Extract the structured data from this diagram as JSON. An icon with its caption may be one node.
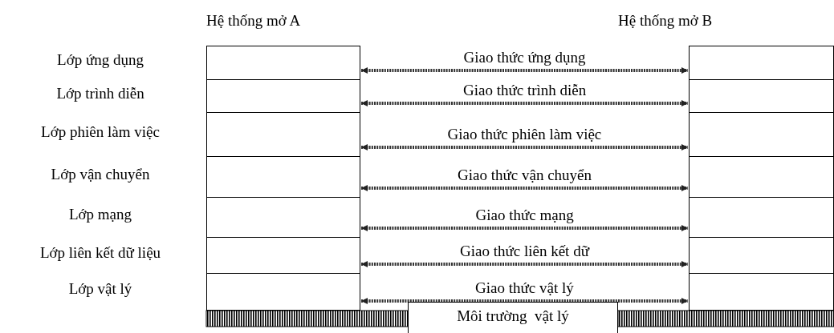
{
  "diagram": {
    "nodes": [
      {
        "text": [
          "Hệ thống mở A"
        ]
      },
      {
        "text": [],
        "shape": "box",
        "in": 0
      },
      {
        "text": [],
        "shape": "box",
        "in": 0
      },
      {
        "text": [],
        "shape": "box",
        "in": 0
      },
      {
        "text": [],
        "shape": "box",
        "in": 0
      },
      {
        "text": [],
        "shape": "box",
        "in": 0
      },
      {
        "text": [],
        "shape": "box",
        "in": 0
      },
      {
        "text": [],
        "shape": "box",
        "in": 0
      },
      {
        "text": [
          "Hệ thống mở B"
        ]
      },
      {
        "text": [],
        "shape": "box",
        "in": 8
      },
      {
        "text": [],
        "shape": "box",
        "in": 8
      },
      {
        "text": [],
        "shape": "box",
        "in": 8
      },
      {
        "text": [],
        "shape": "box",
        "in": 8
      },
      {
        "text": [],
        "shape": "box",
        "in": 8
      },
      {
        "text": [],
        "shape": "box",
        "in": 8
      },
      {
        "text": [],
        "shape": "box",
        "in": 8
      },
      {
        "text": [],
        "shape": "bar"
      },
      {
        "text": [
          "Môi trường  vật lý"
        ]
      },
      {
        "text": [],
        "shape": "bar"
      }
    ],
    "labels": [
      "Lớp ứng dụng",
      "Lớp trình diễn",
      "Lớp phiên làm việc",
      "Lớp vận chuyển",
      "Lớp mạng",
      "Lớp liên kết dữ liệu",
      "Lớp vật lý"
    ],
    "edges": [
      {
        "from": 1,
        "to": 9,
        "arrow": "both",
        "label": "Giao thức ứng dụng",
        "style": "dashed"
      },
      {
        "from": 2,
        "to": 10,
        "arrow": "both",
        "label": "Giao thức trình diễn",
        "style": "dashed"
      },
      {
        "from": 3,
        "to": 11,
        "arrow": "both",
        "label": "Giao thức phiên làm việc",
        "style": "dashed"
      },
      {
        "from": 4,
        "to": 12,
        "arrow": "both",
        "label": "Giao thức vận chuyển",
        "style": "dashed"
      },
      {
        "from": 5,
        "to": 13,
        "arrow": "both",
        "label": "Giao thức mạng",
        "style": "dashed"
      },
      {
        "from": 6,
        "to": 14,
        "arrow": "both",
        "label": "Giao thức liên kết dữ",
        "style": "dashed"
      },
      {
        "from": 7,
        "to": 15,
        "arrow": "both",
        "label": "Giao thức vật lý",
        "style": "dashed"
      }
    ]
  }
}
